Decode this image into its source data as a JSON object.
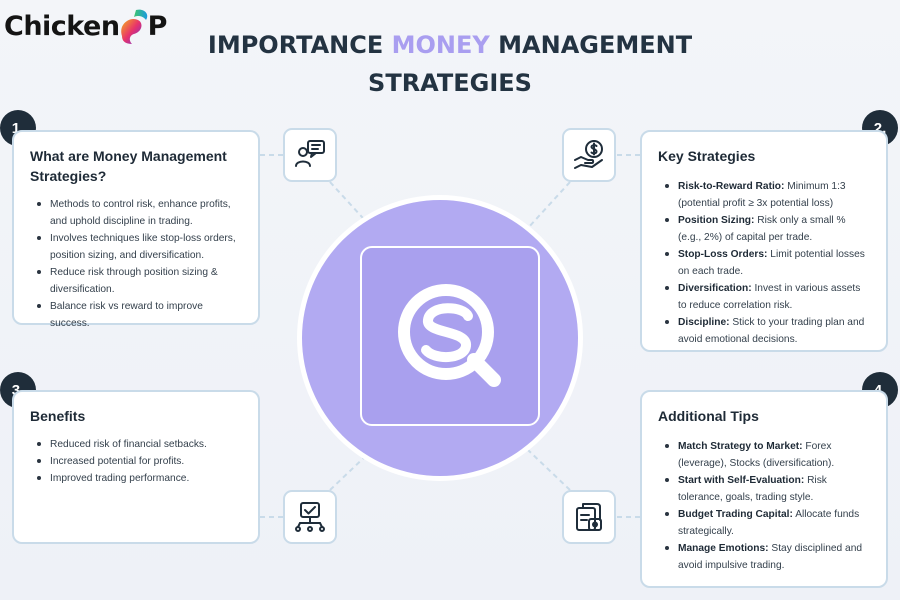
{
  "logo": {
    "text": "Chicken",
    "suffix": "P"
  },
  "title": {
    "part1": "IMPORTANCE ",
    "highlight": "MONEY",
    "part2": " MANAGEMENT",
    "line2": "STRATEGIES"
  },
  "colors": {
    "accent": "#a99ef0",
    "center": "#b2aaf2",
    "border": "#c9dbe9",
    "badge": "#1f2d3a"
  },
  "sections": [
    {
      "number": "1.",
      "heading": "What are Money Management Strategies?",
      "icon": "presenter-chat-icon",
      "items": [
        {
          "text": "Methods to control risk, enhance profits, and uphold discipline in trading."
        },
        {
          "text": "Involves techniques like stop-loss orders, position sizing, and diversification."
        },
        {
          "text": "Reduce risk through position sizing & diversification."
        },
        {
          "text": "Balance risk vs reward to improve success."
        }
      ]
    },
    {
      "number": "2.",
      "heading": "Key Strategies",
      "icon": "hand-dollar-icon",
      "items": [
        {
          "label": "Risk-to-Reward Ratio:",
          "text": "Minimum 1:3 (potential profit ≥ 3x potential loss)"
        },
        {
          "label": "Position Sizing:",
          "text": "Risk only a small % (e.g., 2%) of capital per trade."
        },
        {
          "label": "Stop-Loss Orders:",
          "text": "Limit potential losses on each trade."
        },
        {
          "label": "Diversification:",
          "text": "Invest in various assets to reduce correlation risk."
        },
        {
          "label": "Discipline:",
          "text": "Stick to your trading plan and avoid emotional decisions."
        }
      ]
    },
    {
      "number": "3.",
      "heading": "Benefits",
      "icon": "checklist-network-icon",
      "items": [
        {
          "text": "Reduced risk of financial setbacks."
        },
        {
          "text": "Increased potential for profits."
        },
        {
          "text": "Improved trading performance."
        }
      ]
    },
    {
      "number": "4.",
      "heading": "Additional Tips",
      "icon": "document-tips-icon",
      "items": [
        {
          "label": "Match Strategy to Market:",
          "text": "Forex (leverage), Stocks (diversification)."
        },
        {
          "label": "Start with Self-Evaluation:",
          "text": "Risk tolerance, goals, trading style."
        },
        {
          "label": "Budget Trading Capital:",
          "text": "Allocate funds strategically."
        },
        {
          "label": "Manage Emotions:",
          "text": "Stay disciplined and avoid impulsive trading."
        }
      ]
    }
  ],
  "center": {
    "icon": "search-s-logo-icon"
  }
}
